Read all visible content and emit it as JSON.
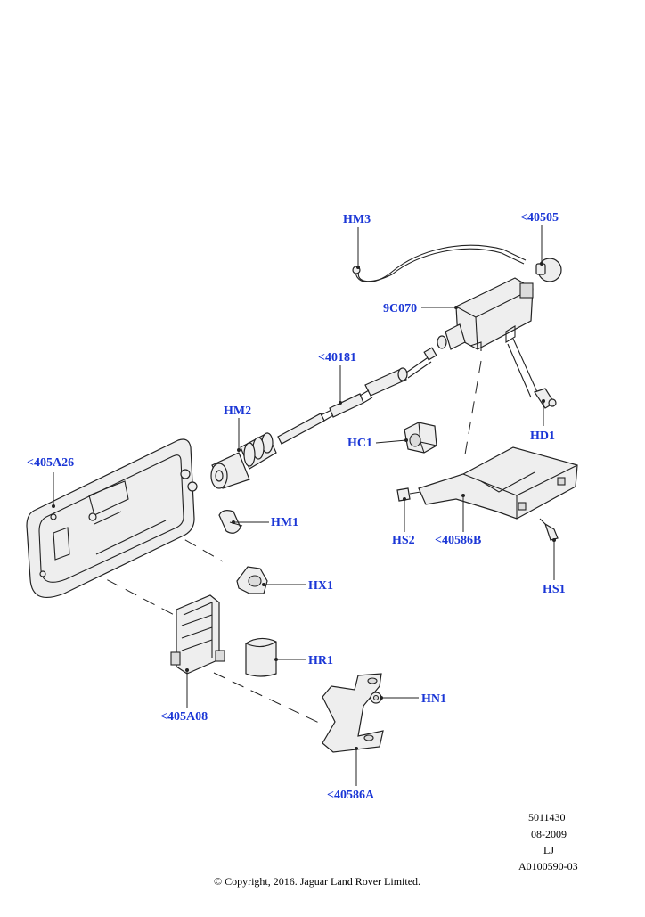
{
  "callouts": {
    "hm3": "HM3",
    "p40505": "<40505",
    "c9c070": "9C070",
    "p40181": "<40181",
    "hm2": "HM2",
    "p405a26": "<405A26",
    "hc1": "HC1",
    "hd1": "HD1",
    "hm1": "HM1",
    "hs2": "HS2",
    "p40586b": "<40586B",
    "hs1": "HS1",
    "hx1": "HX1",
    "hr1": "HR1",
    "p405a08": "<405A08",
    "hn1": "HN1",
    "p40586a": "<40586A"
  },
  "meta": {
    "line1": "5011430",
    "line2": "08-2009",
    "line3": "LJ",
    "line4": "A0100590-03"
  },
  "copyright": "© Copyright, 2016. Jaguar Land Rover Limited.",
  "colors": {
    "callout": "#1a36d6",
    "line": "#222222"
  }
}
